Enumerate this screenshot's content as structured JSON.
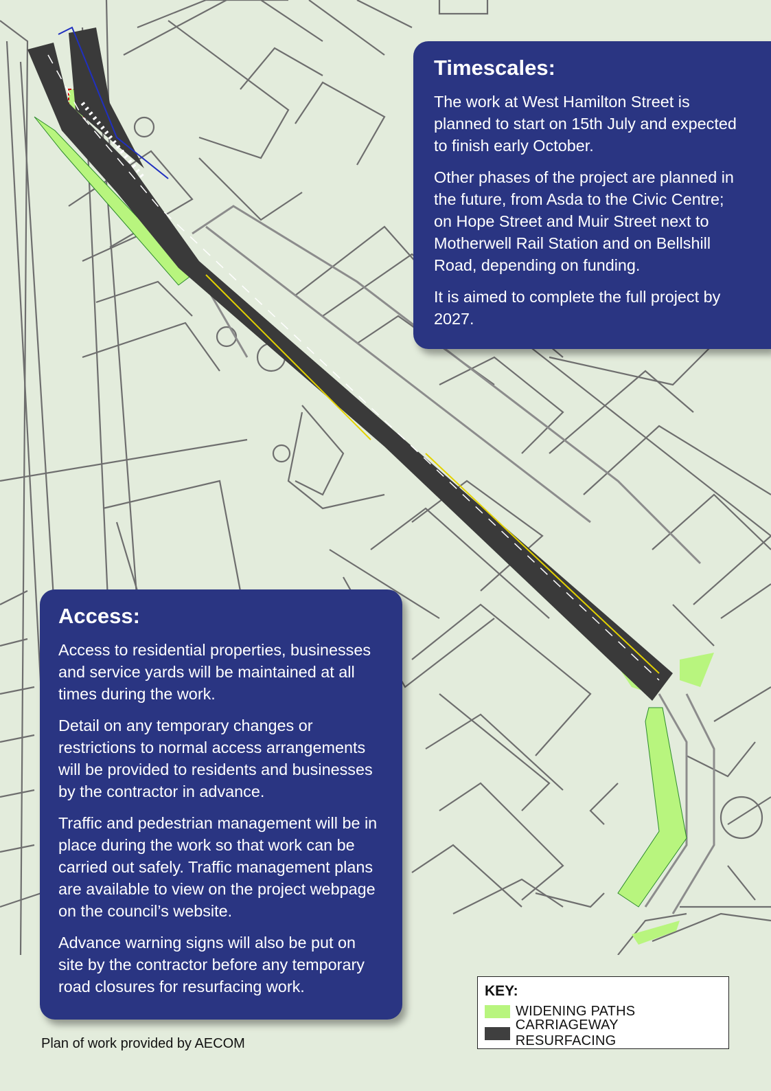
{
  "timescales": {
    "title": "Timescales:",
    "paragraphs": [
      "The work at West Hamilton Street is planned to start on 15th July and expected to finish early October.",
      "Other phases of the project are planned in the future, from Asda to the Civic Centre; on Hope Street and Muir Street next to Motherwell Rail Station and on Bellshill Road, depending on funding.",
      "It is aimed to complete the full project by 2027."
    ]
  },
  "access": {
    "title": "Access:",
    "paragraphs": [
      "Access to residential properties, businesses and service yards will be maintained at all times during the work.",
      "Detail on any temporary changes or restrictions to normal access arrangements will be provided to residents and businesses by the contractor in advance.",
      "Traffic and pedestrian management will be in place during the work so that work can be carried out safely. Traffic management plans are available to view on the project webpage on the council’s website.",
      "Advance warning signs will also be put on site by the contractor before any temporary road closures for resurfacing work."
    ]
  },
  "key": {
    "title": "KEY:",
    "items": [
      {
        "label": "WIDENING PATHS",
        "color": "#b8f57e"
      },
      {
        "label": "CARRIAGEWAY RESURFACING",
        "color": "#3f3f3f"
      }
    ]
  },
  "credit": "Plan of work provided by AECOM",
  "colors": {
    "panel": "#2a3582",
    "background": "#e3ecdc",
    "road": "#3a3a3a",
    "path": "#b8f57e"
  }
}
